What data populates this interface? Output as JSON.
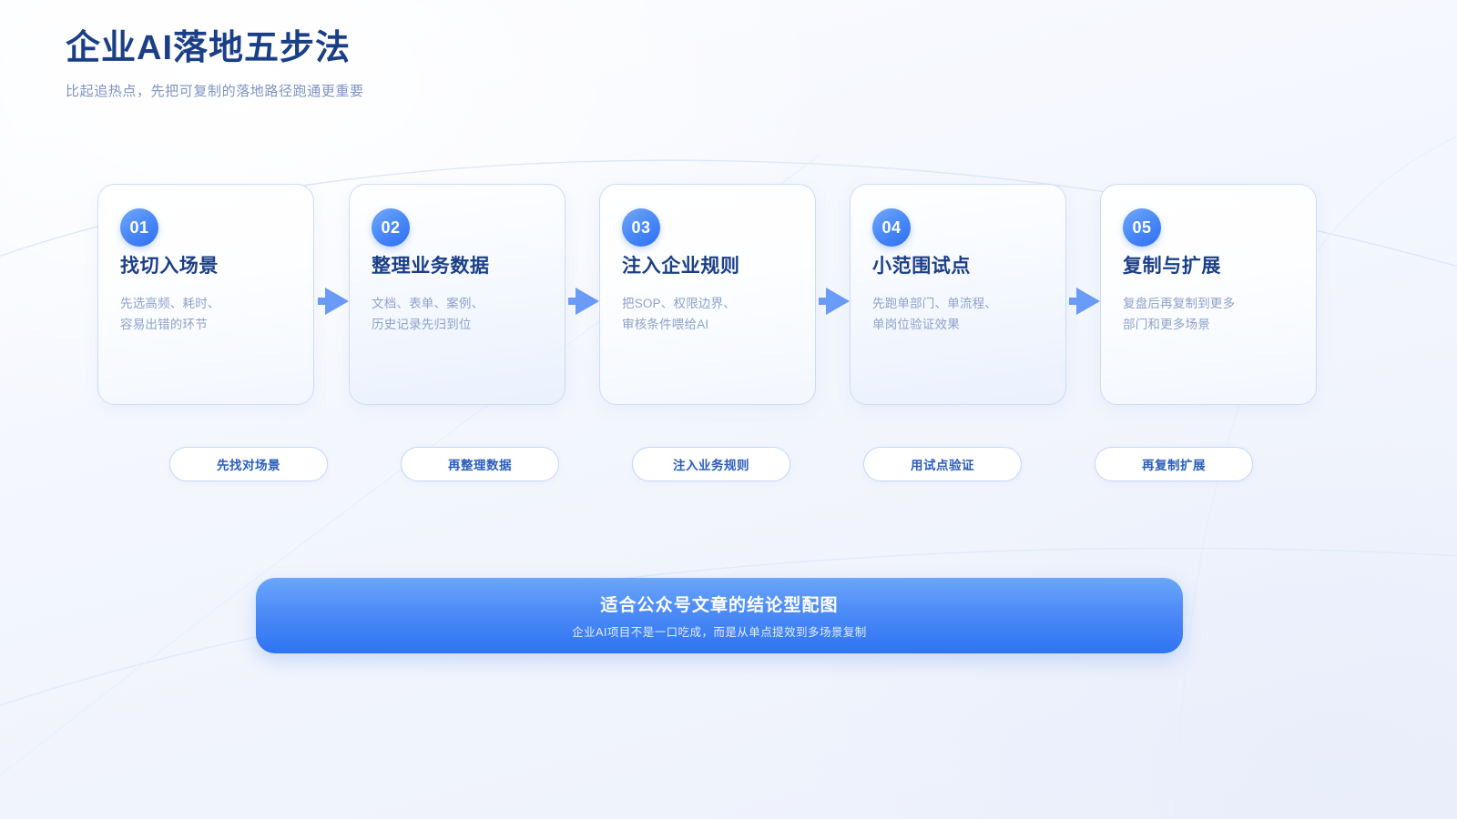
{
  "header": {
    "title": "企业AI落地五步法",
    "subtitle": "比起追热点，先把可复制的落地路径跑通更重要"
  },
  "theme": {
    "title_color": "#1b3f86",
    "subtitle_color": "#7e93c2",
    "accent_color": "#2f73f2",
    "badge_gradient_from": "#74a8fb",
    "badge_gradient_to": "#2f6ef0",
    "card_border_color": "#cddcf7",
    "desc_color": "#8fa2cb",
    "pill_border_color": "#c5d8f7",
    "pill_text_color": "#2a5dbb",
    "arrow_color": "#6a9bf7",
    "banner_gradient_from": "#6aa6fb",
    "banner_gradient_to": "#2f73f2",
    "page_background": "#f3f6fd"
  },
  "steps": [
    {
      "number": "01",
      "title": "找切入场景",
      "desc": "先选高频、耗时、\n容易出错的环节",
      "pill": "先找对场景"
    },
    {
      "number": "02",
      "title": "整理业务数据",
      "desc": "文档、表单、案例、\n历史记录先归到位",
      "pill": "再整理数据"
    },
    {
      "number": "03",
      "title": "注入企业规则",
      "desc": "把SOP、权限边界、\n审核条件喂给AI",
      "pill": "注入业务规则"
    },
    {
      "number": "04",
      "title": "小范围试点",
      "desc": "先跑单部门、单流程、\n单岗位验证效果",
      "pill": "用试点验证"
    },
    {
      "number": "05",
      "title": "复制与扩展",
      "desc": "复盘后再复制到更多\n部门和更多场景",
      "pill": "再复制扩展"
    }
  ],
  "arrows": {
    "icon": "arrow-right-icon",
    "count": 4
  },
  "banner": {
    "title": "适合公众号文章的结论型配图",
    "subtitle": "企业AI项目不是一口吃成，而是从单点提效到多场景复制"
  }
}
